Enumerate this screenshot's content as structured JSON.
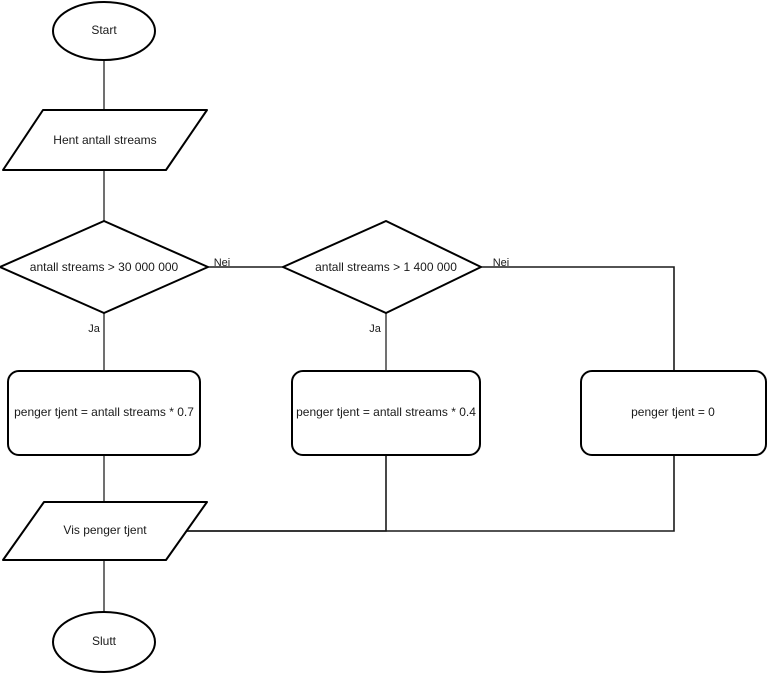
{
  "diagram": {
    "type": "flowchart",
    "language": "Norwegian",
    "background_color": "#ffffff",
    "stroke_color": "#000000",
    "connector_color": "#4d4d4d",
    "text_color": "#1a1a1a"
  },
  "nodes": {
    "start": {
      "label": "Start",
      "shape": "ellipse"
    },
    "input_streams": {
      "label": "Hent antall streams",
      "shape": "parallelogram"
    },
    "decision_high": {
      "label": "antall streams > 30 000 000",
      "shape": "diamond"
    },
    "decision_mid": {
      "label": "antall streams > 1 400 000",
      "shape": "diamond"
    },
    "process_high": {
      "label": "penger tjent = antall streams * 0.7",
      "shape": "rounded-rectangle"
    },
    "process_mid": {
      "label": "penger tjent = antall streams * 0.4",
      "shape": "rounded-rectangle"
    },
    "process_zero": {
      "label": "penger tjent = 0",
      "shape": "rounded-rectangle"
    },
    "output_money": {
      "label": "Vis penger tjent",
      "shape": "parallelogram"
    },
    "end": {
      "label": "Slutt",
      "shape": "ellipse"
    }
  },
  "edge_labels": {
    "high_no": "Nei",
    "high_yes": "Ja",
    "mid_no": "Nei",
    "mid_yes": "Ja"
  }
}
